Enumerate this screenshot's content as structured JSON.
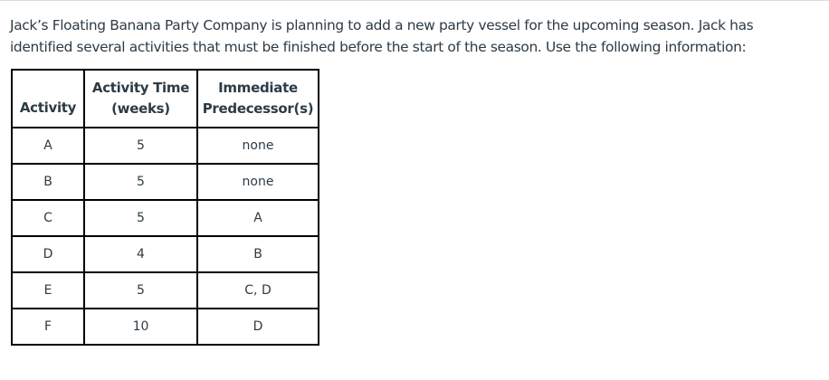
{
  "intro": {
    "line1": "Jack’s Floating Banana Party Company is planning to add a new party vessel for the upcoming season. Jack has",
    "line2": "identified several activities that must be finished before the start of the season. Use the following information:"
  },
  "table": {
    "headers": {
      "activity": "Activity",
      "time_line1": "Activity Time",
      "time_line2": "(weeks)",
      "pred_line1": "Immediate",
      "pred_line2": "Predecessor(s)"
    },
    "rows": [
      {
        "activity": "A",
        "time": "5",
        "predecessors": "none"
      },
      {
        "activity": "B",
        "time": "5",
        "predecessors": "none"
      },
      {
        "activity": "C",
        "time": "5",
        "predecessors": "A"
      },
      {
        "activity": "D",
        "time": "4",
        "predecessors": "B"
      },
      {
        "activity": "E",
        "time": "5",
        "predecessors": "C, D"
      },
      {
        "activity": "F",
        "time": "10",
        "predecessors": "D"
      }
    ]
  }
}
